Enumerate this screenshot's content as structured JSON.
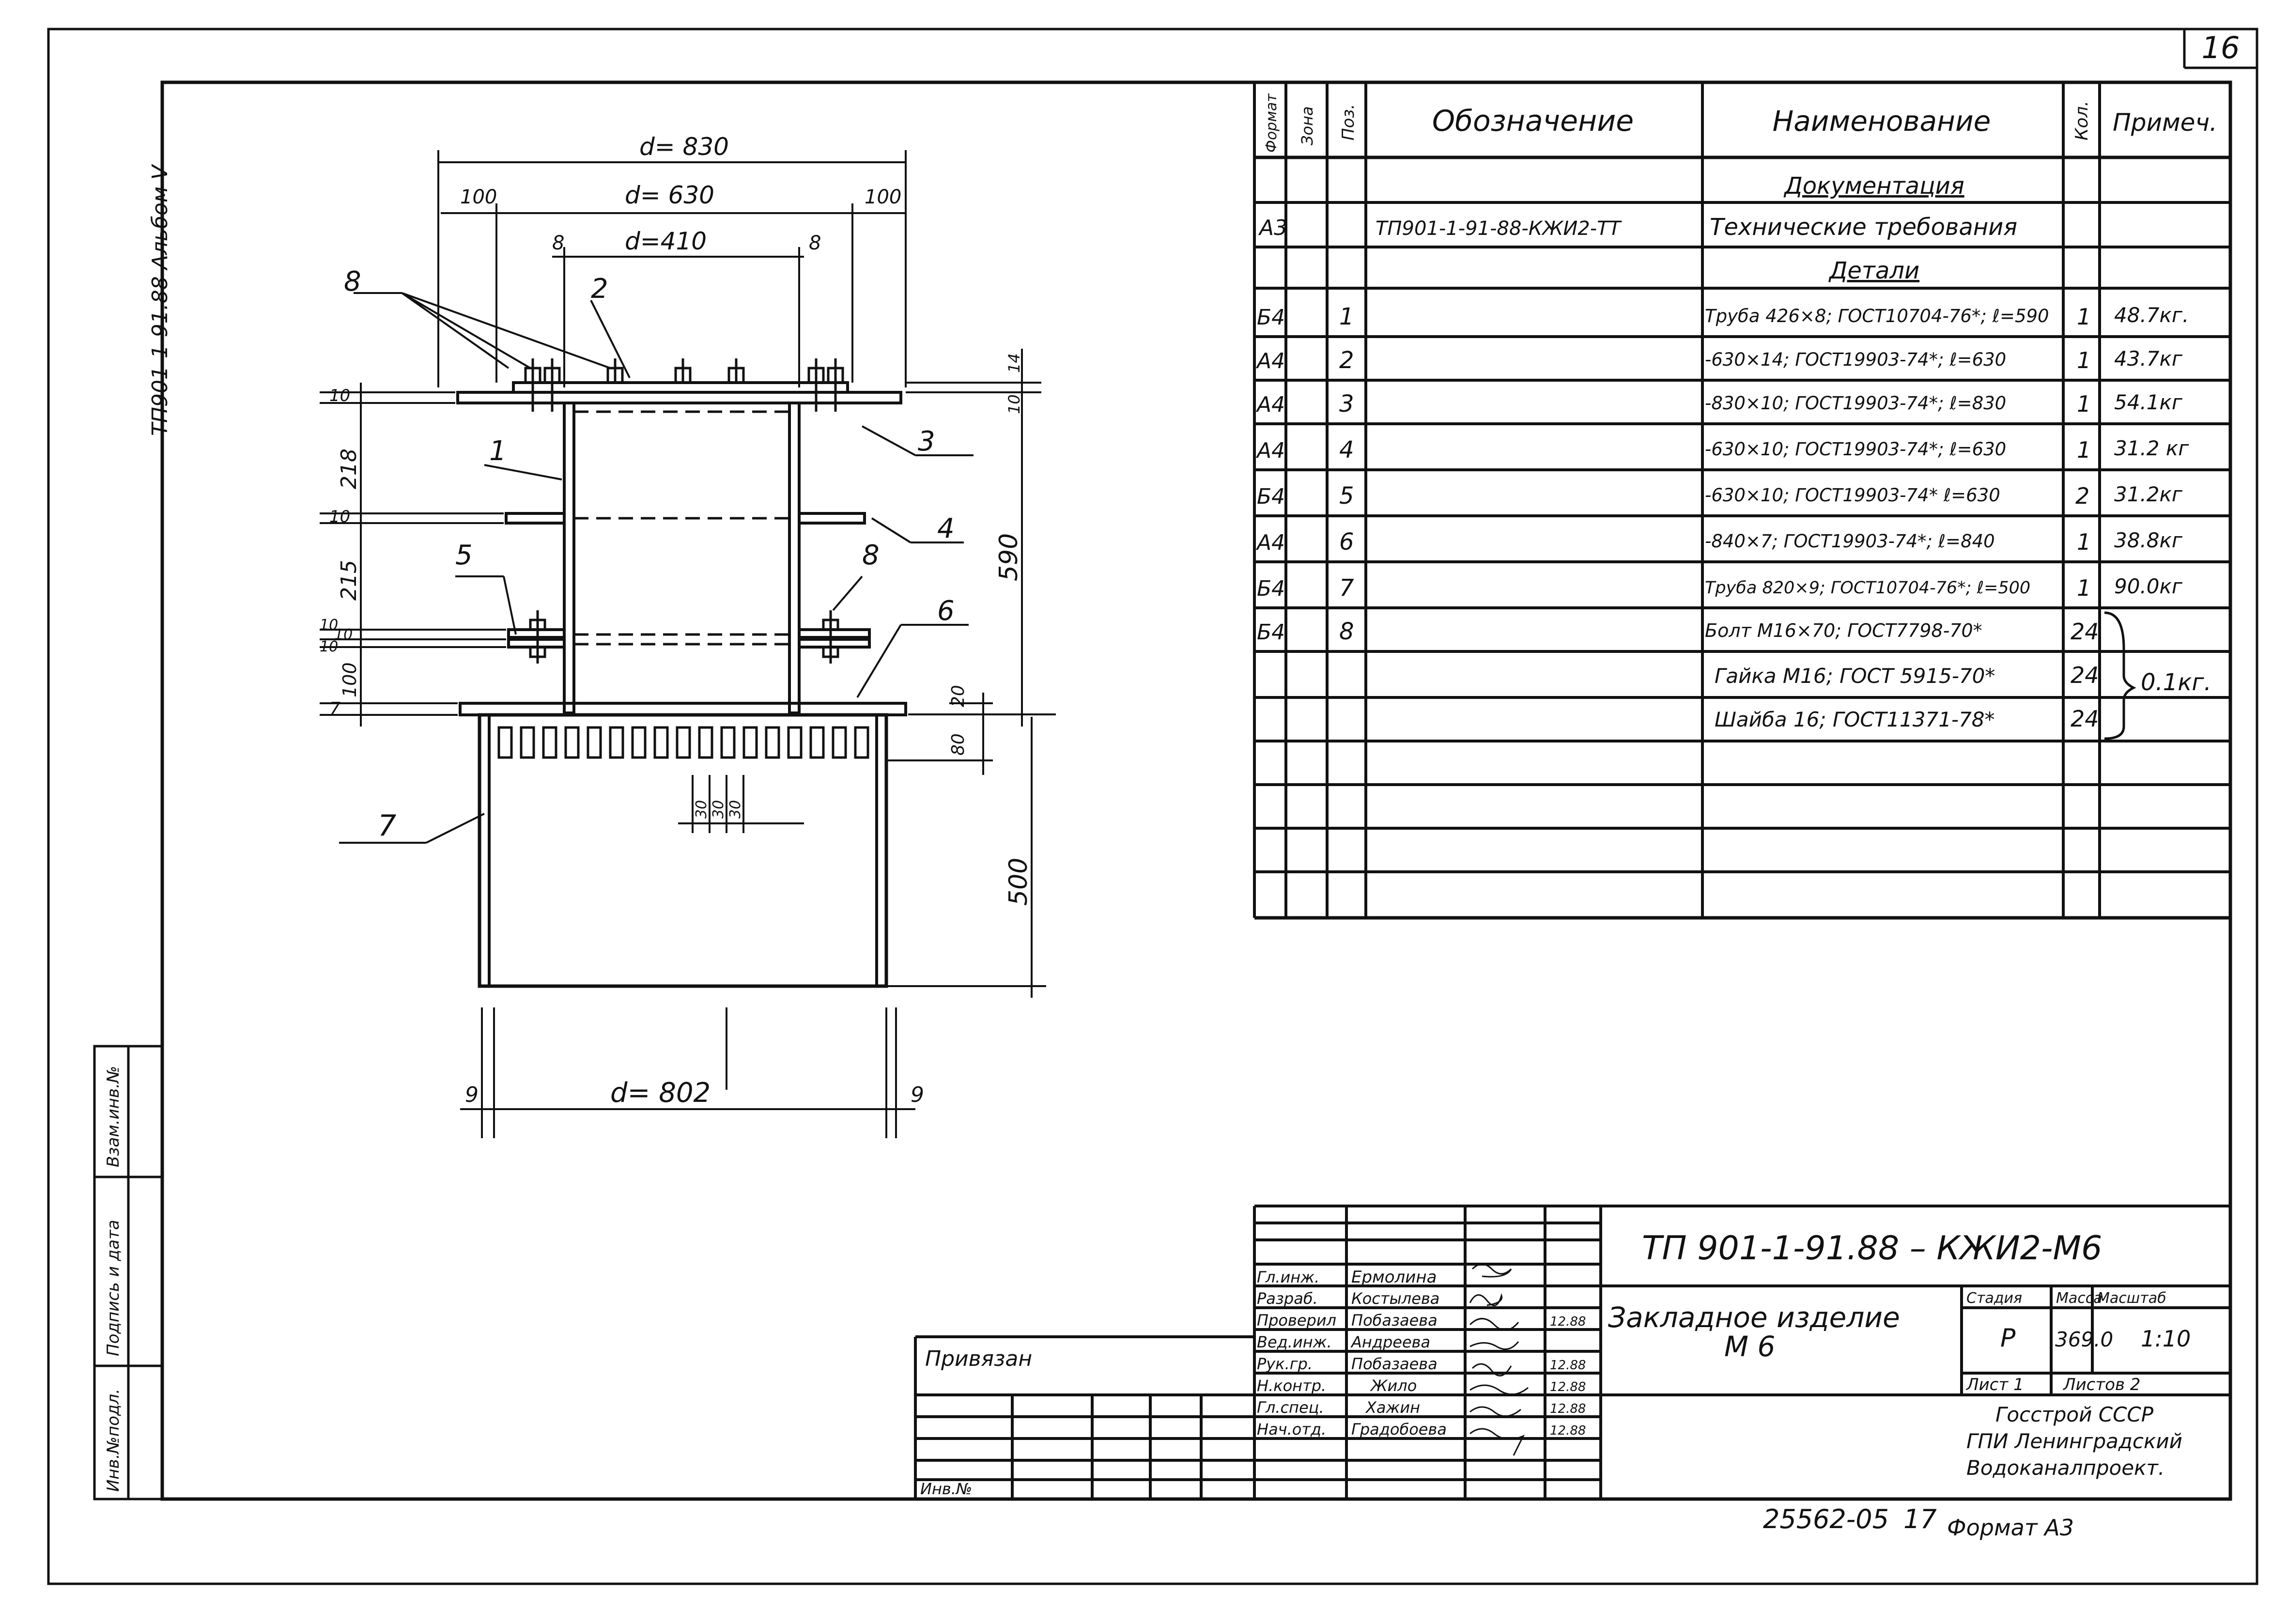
{
  "sheet_number": "16",
  "album_side": "ТП901-1-91.88 Альбом V",
  "side_stamp": {
    "col1": "Инв.№подл.",
    "col2": "Подпись и дата",
    "col3": "Взам.инв.№"
  },
  "drawing": {
    "dim_top_outer": "d= 830",
    "dim_top_mid": "d= 630",
    "dim_left_100": "100",
    "dim_right_100": "100",
    "dim_small_8_left": "8",
    "dim_small_8_right": "8",
    "dim_inner": "d=410",
    "dim_bottom": "d= 802",
    "dim_bottom_left_9": "9",
    "dim_bottom_right_9": "9",
    "left_dims": [
      "10",
      "218",
      "10",
      "215",
      "10",
      "10",
      "10",
      "100",
      "7"
    ],
    "right_dims_top": [
      "10",
      "14"
    ],
    "right_dim_590": "590",
    "right_dim_20": "20",
    "right_dim_80": "80",
    "right_dim_500": "500",
    "slot_dims": [
      "30",
      "30",
      "30"
    ],
    "callouts": {
      "p1": "1",
      "p2": "2",
      "p3": "3",
      "p4": "4",
      "p5": "5",
      "p6": "6",
      "p7": "7",
      "p8_top": "8",
      "p8_mid": "8"
    }
  },
  "spec_table": {
    "headers": {
      "format": "Формат",
      "zone": "Зона",
      "pos": "Поз.",
      "designation": "Обозначение",
      "name": "Наименование",
      "qty": "Кол.",
      "note": "Примеч."
    },
    "section_docs": "Документация",
    "doc_row": {
      "format": "А3",
      "designation": "ТП901-1-91-88-КЖИ2-ТТ",
      "name": "Технические требования"
    },
    "section_parts": "Детали",
    "rows": [
      {
        "format": "Б4",
        "pos": "1",
        "name": "Труба 426×8; ГОСТ10704-76*; ℓ=590",
        "qty": "1",
        "note": "48.7кг."
      },
      {
        "format": "А4",
        "pos": "2",
        "name": "-630×14; ГОСТ19903-74*; ℓ=630",
        "qty": "1",
        "note": "43.7кг"
      },
      {
        "format": "А4",
        "pos": "3",
        "name": "-830×10; ГОСТ19903-74*; ℓ=830",
        "qty": "1",
        "note": "54.1кг"
      },
      {
        "format": "А4",
        "pos": "4",
        "name": "-630×10; ГОСТ19903-74*; ℓ=630",
        "qty": "1",
        "note": "31.2 кг"
      },
      {
        "format": "Б4",
        "pos": "5",
        "name": "-630×10; ГОСТ19903-74* ℓ=630",
        "qty": "2",
        "note": "31.2кг"
      },
      {
        "format": "А4",
        "pos": "6",
        "name": "-840×7; ГОСТ19903-74*; ℓ=840",
        "qty": "1",
        "note": "38.8кг"
      },
      {
        "format": "Б4",
        "pos": "7",
        "name": "Труба 820×9; ГОСТ10704-76*; ℓ=500",
        "qty": "1",
        "note": "90.0кг"
      },
      {
        "format": "Б4",
        "pos": "8",
        "name": "Болт М16×70; ГОСТ7798-70*",
        "qty": "24",
        "note": ""
      },
      {
        "format": "",
        "pos": "",
        "name": "Гайка М16; ГОСТ 5915-70*",
        "qty": "24",
        "note": ""
      },
      {
        "format": "",
        "pos": "",
        "name": "Шайба 16; ГОСТ11371-78*",
        "qty": "24",
        "note": ""
      }
    ],
    "fastener_mass": "0.1кг."
  },
  "title_block": {
    "code": "ТП 901-1-91.88 – КЖИ2-М6",
    "title_line1": "Закладное изделие",
    "title_line2": "М 6",
    "stage_label": "Стадия",
    "mass_label": "Масса",
    "scale_label": "Масштаб",
    "stage": "Р",
    "mass": "369.0",
    "scale": "1:10",
    "sheet_label": "Лист 1",
    "sheets_label": "Листов 2",
    "org_line1": "Госстрой СССР",
    "org_line2": "ГПИ Ленинградский",
    "org_line3": "Водоканалпроект.",
    "people": [
      {
        "role": "Гл.инж.",
        "name": "Ермолина",
        "date": ""
      },
      {
        "role": "Разраб.",
        "name": "Костылева",
        "date": ""
      },
      {
        "role": "Проверил",
        "name": "Побазаева",
        "date": "12.88"
      },
      {
        "role": "Вед.инж.",
        "name": "Андреева",
        "date": ""
      },
      {
        "role": "Рук.гр.",
        "name": "Побазаева",
        "date": "12.88"
      },
      {
        "role": "Н.контр.",
        "name": "Жило",
        "date": "12.88"
      },
      {
        "role": "Гл.спец.",
        "name": "Хажин",
        "date": "12.88"
      },
      {
        "role": "Нач.отд.",
        "name": "Градобоева",
        "date": "12.88"
      }
    ],
    "binding_label": "Привязан",
    "inv_label": "Инв.№",
    "archive_no": "25562-05",
    "archive_sheet": "17",
    "format_label": "Формат А3"
  }
}
